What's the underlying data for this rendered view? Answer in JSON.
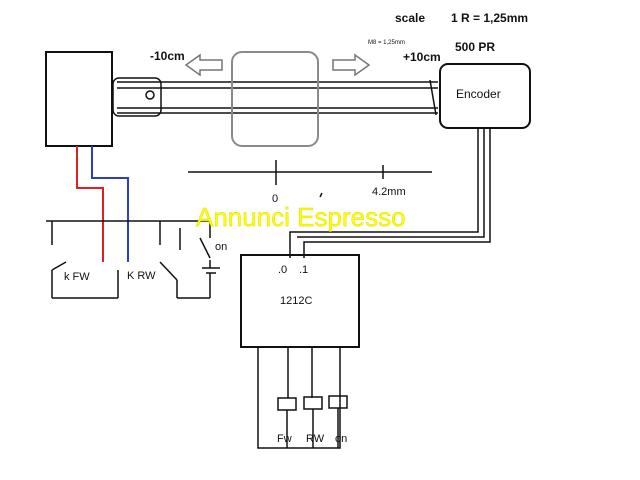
{
  "header": {
    "scale_label": "scale",
    "ratio_label": "1 R = 1,25mm",
    "m8_note": "M8 = 1,25mm",
    "pulses_label": "500 PR"
  },
  "travel": {
    "minus_label": "-10cm",
    "plus_label": "+10cm"
  },
  "encoder": {
    "label": "Encoder"
  },
  "ruler": {
    "zero_label": "0",
    "mark_label": "4.2mm"
  },
  "watermark": {
    "text": "Annunci Espresso"
  },
  "switches": {
    "fw_label": "k FW",
    "rw_label": "K RW",
    "on_label": "on"
  },
  "controller": {
    "label": "1212C",
    "input0": ".0",
    "input1": ".1"
  },
  "outputs": {
    "fw_label": "Fw",
    "rw_label": "RW",
    "on_label": "on"
  },
  "colors": {
    "line": "#111111",
    "red_wire": "#e02020",
    "blue_wire": "#2a3fc4",
    "carriage": "#8a8a8a",
    "watermark": "#ffff00"
  }
}
